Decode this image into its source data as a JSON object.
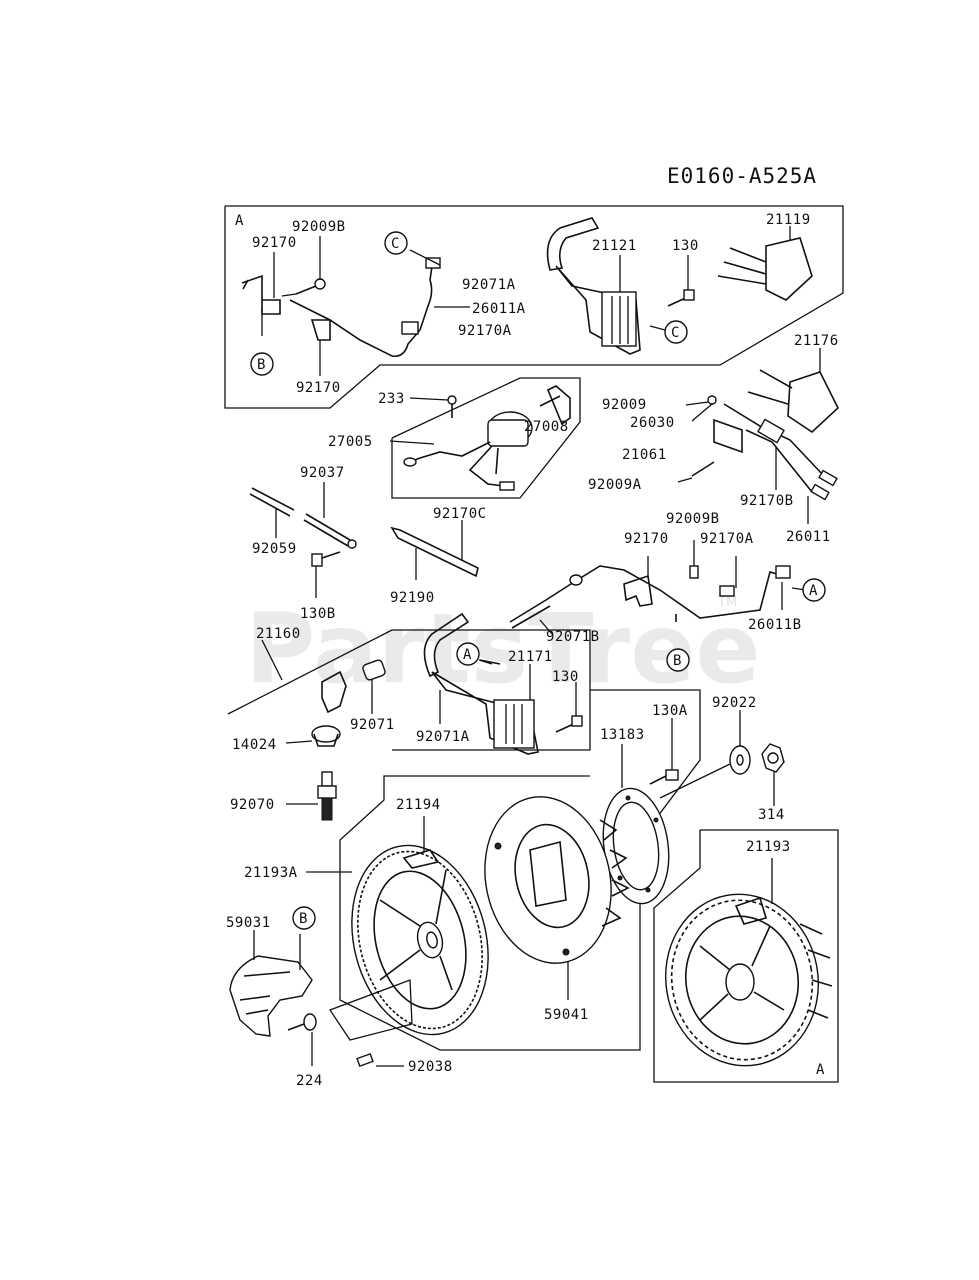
{
  "diagram_code": "E0160-A525A",
  "watermark": "PartsTree",
  "watermark_tm": "TM",
  "callouts": {
    "A": "A",
    "B": "B",
    "C": "C"
  },
  "box_a_label": "A",
  "box_a2_label": "A",
  "parts": {
    "p92009B_1": "92009B",
    "p92170_1": "92170",
    "p92071A_1": "92071A",
    "p26011A": "26011A",
    "p92170A_1": "92170A",
    "p92170_2": "92170",
    "p21121": "21121",
    "p130_1": "130",
    "p21119": "21119",
    "p21176": "21176",
    "p233": "233",
    "p27005": "27005",
    "p27008": "27008",
    "p92009": "92009",
    "p26030": "26030",
    "p21061": "21061",
    "p92009A": "92009A",
    "p92170B": "92170B",
    "p26011": "26011",
    "p92037": "92037",
    "p92059": "92059",
    "p130B": "130B",
    "p92170C": "92170C",
    "p92190": "92190",
    "p92009B_2": "92009B",
    "p92170_3": "92170",
    "p92170A_2": "92170A",
    "p26011B": "26011B",
    "p92071B": "92071B",
    "p21160": "21160",
    "p21171": "21171",
    "p130_2": "130",
    "p92071": "92071",
    "p92071A_2": "92071A",
    "p14024": "14024",
    "p92070": "92070",
    "p130A": "130A",
    "p13183": "13183",
    "p92022": "92022",
    "p314": "314",
    "p21194": "21194",
    "p21193A": "21193A",
    "p21193": "21193",
    "p59031": "59031",
    "p59041": "59041",
    "p224": "224",
    "p92038": "92038"
  }
}
